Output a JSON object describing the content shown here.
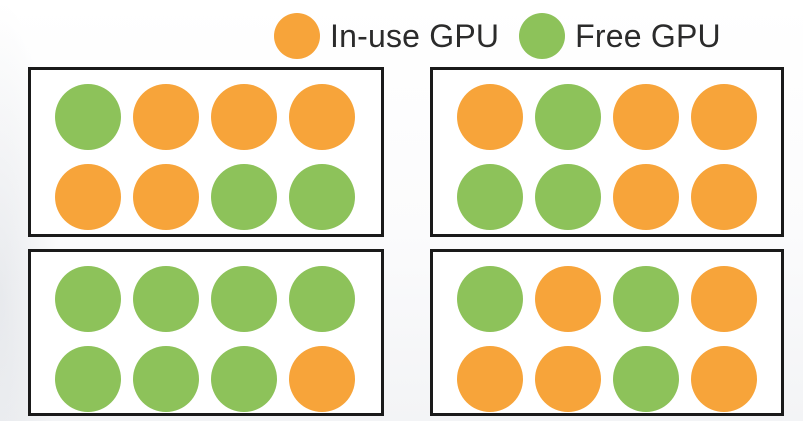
{
  "colors": {
    "in_use": "#F7A43A",
    "free": "#8DC25A"
  },
  "legend": {
    "in_use_label": "In-use GPU",
    "free_label": "Free GPU"
  },
  "nodes": [
    {
      "rows": [
        [
          "free",
          "in_use",
          "in_use",
          "in_use"
        ],
        [
          "in_use",
          "in_use",
          "free",
          "free"
        ]
      ]
    },
    {
      "rows": [
        [
          "in_use",
          "free",
          "in_use",
          "in_use"
        ],
        [
          "free",
          "free",
          "in_use",
          "in_use"
        ]
      ]
    },
    {
      "rows": [
        [
          "free",
          "free",
          "free",
          "free"
        ],
        [
          "free",
          "free",
          "free",
          "in_use"
        ]
      ]
    },
    {
      "rows": [
        [
          "free",
          "in_use",
          "free",
          "in_use"
        ],
        [
          "in_use",
          "in_use",
          "free",
          "in_use"
        ]
      ]
    }
  ]
}
